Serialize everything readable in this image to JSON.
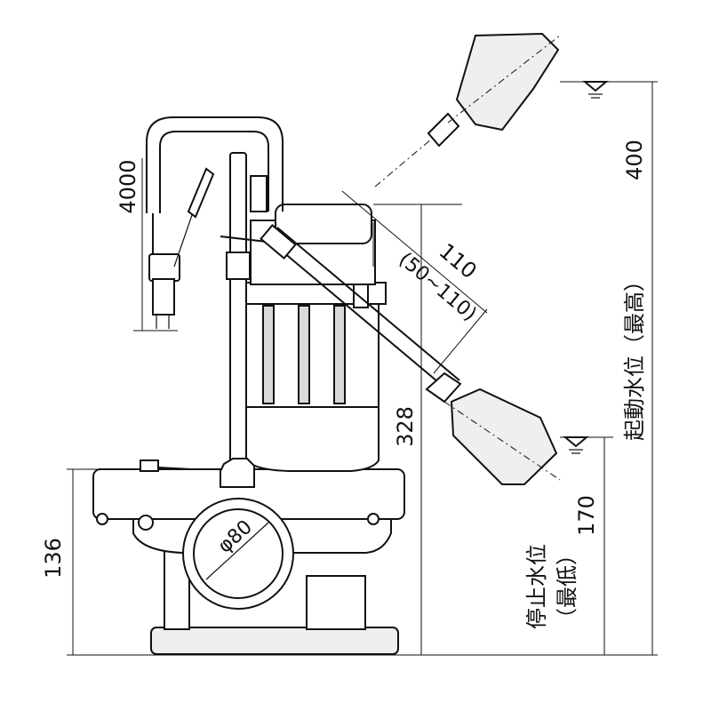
{
  "dimensions": {
    "cord_length": "4000",
    "float_travel": "110",
    "float_travel_range": "(50~110)",
    "pump_height": "328",
    "outlet_height": "136",
    "outlet_diameter": "φ80",
    "start_level": "400",
    "stop_level": "170"
  },
  "labels": {
    "start_level": "起動水位",
    "start_level_note": "（最高）",
    "stop_level": "停止水位",
    "stop_level_note": "（最低）"
  }
}
